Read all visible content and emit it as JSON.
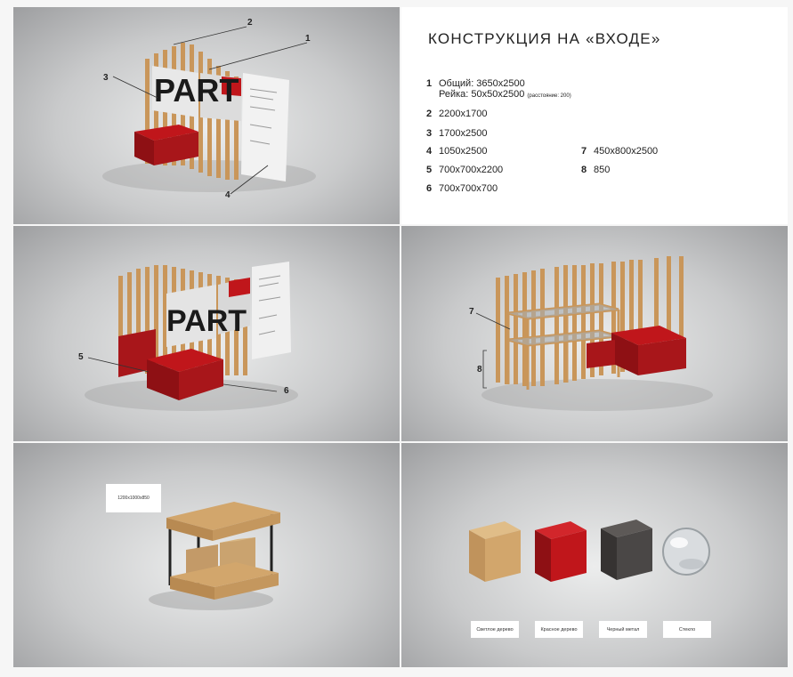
{
  "header": {
    "title": "КОНСТРУКЦИЯ НА «ВХОДЕ»"
  },
  "specs": [
    {
      "num": "1",
      "line1": "Общий: 3650x2500",
      "line2": "Рейка: 50x50x2500",
      "line2_small": "(расстояние: 200)"
    },
    {
      "num": "2",
      "text": "2200x1700"
    },
    {
      "num": "3",
      "text": "1700x2500"
    },
    {
      "num": "4",
      "text": "1050x2500"
    },
    {
      "num": "5",
      "text": "700x700x2200"
    },
    {
      "num": "6",
      "text": "700x700x700"
    },
    {
      "num": "7",
      "text": "450x800x2500"
    },
    {
      "num": "8",
      "text": "850"
    }
  ],
  "callouts": {
    "c1": "1",
    "c2": "2",
    "c3": "3",
    "c4": "4",
    "c5": "5",
    "c6": "6",
    "c7": "7",
    "c8": "8"
  },
  "logo_text": "PART",
  "pallet": {
    "size_label": "1200x1000x850"
  },
  "materials": [
    {
      "label": "Светлое дерево",
      "color": "#d2a66c"
    },
    {
      "label": "Красное дерево",
      "color": "#c0161b"
    },
    {
      "label": "Черный метал",
      "color": "#4a4746"
    },
    {
      "label": "Стекло",
      "color": "#d9dcdf"
    }
  ],
  "colors": {
    "red": "#a8161a",
    "wood": "#c9965a",
    "accent": "#c0161b"
  }
}
